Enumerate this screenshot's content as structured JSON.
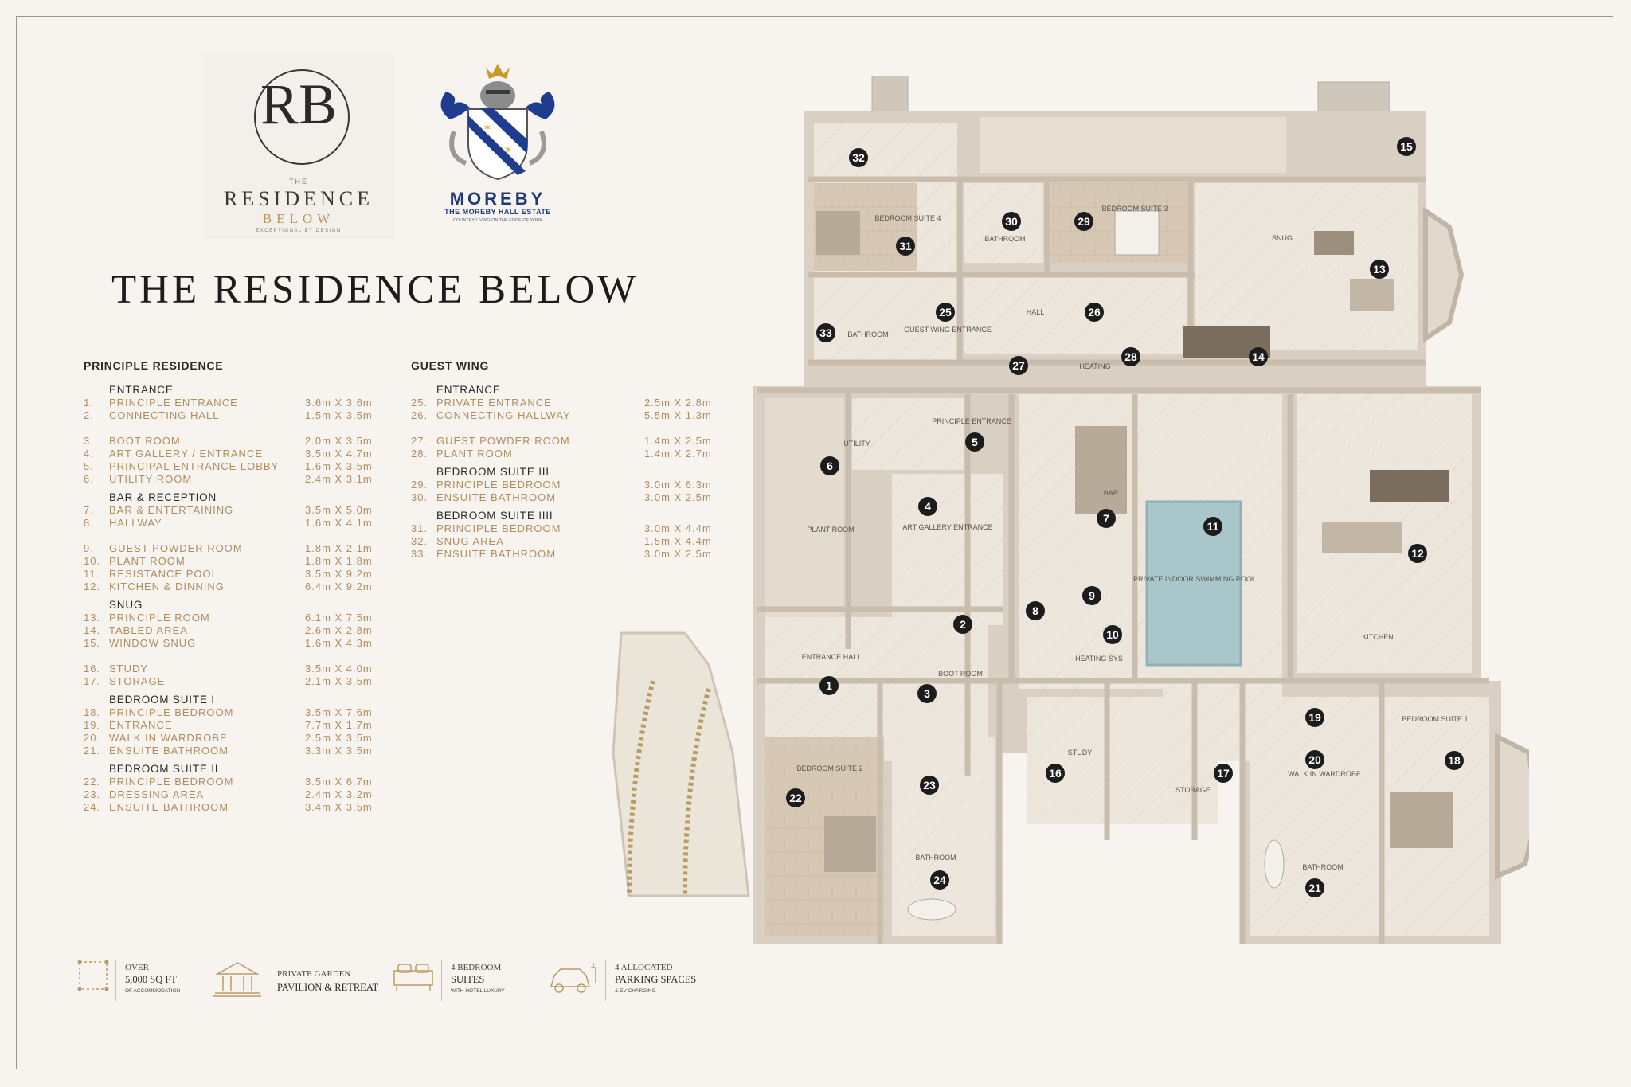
{
  "logos": {
    "rb_monogram": "RB",
    "rb_the": "THE",
    "rb_name": "RESIDENCE",
    "rb_below": "BELOW",
    "rb_tagline": "EXCEPTIONAL BY DESIGN",
    "moreby_name": "MOREBY",
    "moreby_sub": "THE MOREBY HALL ESTATE",
    "moreby_tagline": "COUNTRY LIVING ON THE EDGE OF YORK"
  },
  "title": "THE RESIDENCE BELOW",
  "principle_residence": {
    "heading": "PRINCIPLE RESIDENCE",
    "groups": [
      {
        "title": "ENTRANCE",
        "rows": [
          {
            "num": "1.",
            "name": "PRINCIPLE ENTRANCE",
            "dim": "3.6m X 3.6m"
          },
          {
            "num": "2.",
            "name": "CONNECTING HALL",
            "dim": "1.5m X 3.5m"
          },
          {
            "gap": true
          },
          {
            "num": "3.",
            "name": "BOOT ROOM",
            "dim": "2.0m X 3.5m"
          },
          {
            "num": "4.",
            "name": "ART GALLERY / ENTRANCE",
            "dim": "3.5m X 4.7m"
          },
          {
            "num": "5.",
            "name": "PRINCIPAL ENTRANCE LOBBY",
            "dim": "1.6m X 3.5m"
          },
          {
            "num": "6.",
            "name": "UTILITY ROOM",
            "dim": "2.4m X 3.1m"
          }
        ]
      },
      {
        "title": "BAR & RECEPTION",
        "rows": [
          {
            "num": "7.",
            "name": "BAR & ENTERTAINING",
            "dim": "3.5m X 5.0m"
          },
          {
            "num": "8.",
            "name": "HALLWAY",
            "dim": "1.6m X 4.1m"
          },
          {
            "gap": true
          },
          {
            "num": "9.",
            "name": "GUEST POWDER ROOM",
            "dim": "1.8m X 2.1m"
          },
          {
            "num": "10.",
            "name": "PLANT ROOM",
            "dim": "1.8m X 1.8m"
          },
          {
            "num": "11.",
            "name": "RESISTANCE POOL",
            "dim": "3.5m X 9.2m"
          },
          {
            "num": "12.",
            "name": "KITCHEN & DINNING",
            "dim": "6.4m X 9.2m"
          }
        ]
      },
      {
        "title": "SNUG",
        "rows": [
          {
            "num": "13.",
            "name": "PRINCIPLE ROOM",
            "dim": "6.1m X 7.5m"
          },
          {
            "num": "14.",
            "name": "TABLED AREA",
            "dim": "2.6m X 2.8m"
          },
          {
            "num": "15.",
            "name": "WINDOW SNUG",
            "dim": "1.6m X 4.3m"
          },
          {
            "gap": true
          },
          {
            "num": "16.",
            "name": "STUDY",
            "dim": "3.5m X 4.0m"
          },
          {
            "num": "17.",
            "name": "STORAGE",
            "dim": "2.1m X 3.5m"
          }
        ]
      },
      {
        "title": "BEDROOM SUITE I",
        "rows": [
          {
            "num": "18.",
            "name": "PRINCIPLE BEDROOM",
            "dim": "3.5m X 7.6m"
          },
          {
            "num": "19.",
            "name": "ENTRANCE",
            "dim": "7.7m X 1.7m"
          },
          {
            "num": "20.",
            "name": "WALK IN WARDROBE",
            "dim": "2.5m X 3.5m"
          },
          {
            "num": "21.",
            "name": "ENSUITE BATHROOM",
            "dim": "3.3m X 3.5m"
          }
        ]
      },
      {
        "title": "BEDROOM SUITE II",
        "rows": [
          {
            "num": "22.",
            "name": "PRINCIPLE BEDROOM",
            "dim": "3.5m X 6.7m"
          },
          {
            "num": "23.",
            "name": "DRESSING AREA",
            "dim": "2.4m X 3.2m"
          },
          {
            "num": "24.",
            "name": "ENSUITE BATHROOM",
            "dim": "3.4m X 3.5m"
          }
        ]
      }
    ]
  },
  "guest_wing": {
    "heading": "GUEST WING",
    "groups": [
      {
        "title": "ENTRANCE",
        "rows": [
          {
            "num": "25.",
            "name": "PRIVATE ENTRANCE",
            "dim": "2.5m X 2.8m"
          },
          {
            "num": "26.",
            "name": "CONNECTING HALLWAY",
            "dim": "5.5m X 1.3m"
          },
          {
            "gap": true
          },
          {
            "num": "27.",
            "name": "GUEST POWDER ROOM",
            "dim": "1.4m X 2.5m"
          },
          {
            "num": "28.",
            "name": "PLANT ROOM",
            "dim": "1.4m X 2.7m"
          }
        ]
      },
      {
        "title": "BEDROOM SUITE III",
        "rows": [
          {
            "num": "29.",
            "name": "PRINCIPLE BEDROOM",
            "dim": "3.0m X 6.3m"
          },
          {
            "num": "30.",
            "name": "ENSUITE BATHROOM",
            "dim": "3.0m X 2.5m"
          }
        ]
      },
      {
        "title": "BEDROOM SUITE IIII",
        "rows": [
          {
            "num": "31.",
            "name": "PRINCIPLE BEDROOM",
            "dim": "3.0m X 4.4m"
          },
          {
            "num": "32.",
            "name": "SNUG AREA",
            "dim": "1.5m X 4.4m"
          },
          {
            "num": "33.",
            "name": "ENSUITE BATHROOM",
            "dim": "3.0m X 2.5m"
          }
        ]
      }
    ]
  },
  "features": [
    {
      "icon": "floor-area-icon",
      "line1": "OVER",
      "line2": "5,000 SQ FT",
      "line3": "OF ACCOMMODATION"
    },
    {
      "icon": "pavilion-icon",
      "line1": "PRIVATE GARDEN",
      "line2": "PAVILION & RETREAT",
      "line3": ""
    },
    {
      "icon": "bed-icon",
      "line1": "4 BEDROOM",
      "line2": "SUITES",
      "line3": "WITH HOTEL LUXURY"
    },
    {
      "icon": "car-charging-icon",
      "line1": "4 ALLOCATED",
      "line2": "PARKING SPACES",
      "line3": "& EV CHARGING"
    }
  ],
  "floorplan": {
    "room_labels": [
      "BEDROOM SUITE 4",
      "BATHROOM",
      "BEDROOM SUITE 3",
      "SNUG",
      "BATHROOM",
      "GUEST WING ENTRANCE",
      "HALL",
      "HEATING",
      "PRINCIPLE ENTRANCE",
      "UTILITY",
      "BAR",
      "PLANT ROOM",
      "ART GALLERY ENTRANCE",
      "PRIVATE INDOOR SWIMMING POOL",
      "ENTRANCE HALL",
      "BOOT ROOM",
      "HEATING SYS",
      "KITCHEN",
      "STUDY",
      "STORAGE",
      "BEDROOM SUITE 2",
      "WALK IN WARDROBE",
      "BEDROOM SUITE 1",
      "BATHROOM",
      "BATHROOM"
    ],
    "badges": [
      "1",
      "2",
      "3",
      "4",
      "5",
      "6",
      "7",
      "8",
      "9",
      "10",
      "11",
      "12",
      "13",
      "14",
      "15",
      "16",
      "17",
      "18",
      "19",
      "20",
      "21",
      "22",
      "23",
      "24",
      "25",
      "26",
      "27",
      "28",
      "29",
      "30",
      "31",
      "32",
      "33"
    ],
    "colors": {
      "wall": "#d9cfc2",
      "floor": "#ede6dc",
      "pool": "#a9c6cb",
      "badge": "#1d1c1c"
    }
  }
}
